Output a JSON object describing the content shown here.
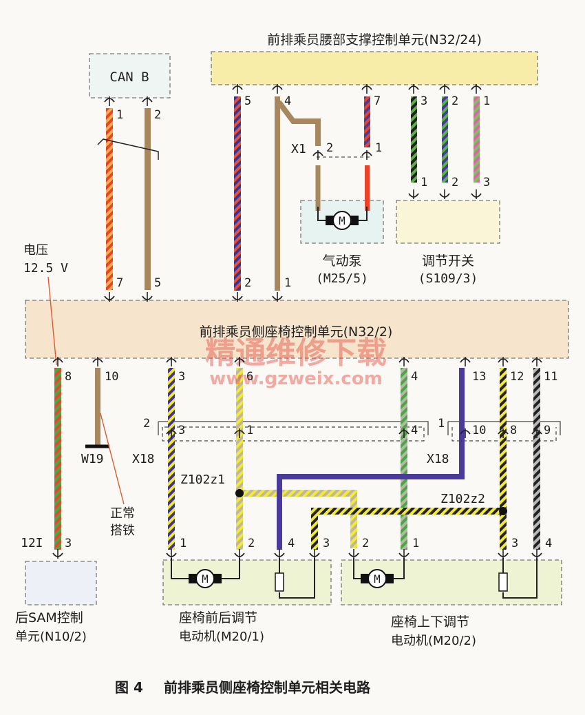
{
  "units": {
    "top": "前排乘员腰部支撑控制单元(N32/24)",
    "main": "前排乘员侧座椅控制单元(N32/2)",
    "can": "CAN B",
    "pump_name": "气动泵",
    "pump_code": "(M25/5)",
    "switch_name": "调节开关",
    "switch_code": "(S109/3)",
    "sam_name": "后SAM控制",
    "sam_code": "单元(N10/2)",
    "motor1_name": "座椅前后调节",
    "motor1_code": "电动机(M20/1)",
    "motor2_name": "座椅上下调节",
    "motor2_code": "电动机(M20/2)"
  },
  "annotations": {
    "voltage_label": "电压",
    "voltage_value": "12.5 V",
    "ground_label_1": "正常",
    "ground_label_2": "搭铁",
    "ground_point": "W19",
    "x1": "X1",
    "x18_left": "X18",
    "x18_right": "X18",
    "splice1": "Z102z1",
    "splice2": "Z102z2",
    "sam_pin_prefix": "12I"
  },
  "pins": {
    "top": [
      "5",
      "4",
      "7",
      "3",
      "2",
      "1"
    ],
    "x1": [
      "2",
      "1"
    ],
    "switch": [
      "1",
      "2",
      "3"
    ],
    "can": [
      "1",
      "2"
    ],
    "main_top": [
      "7",
      "5",
      "2",
      "1"
    ],
    "main_bottom": [
      "8",
      "10",
      "3",
      "6",
      "4",
      "13",
      "12",
      "11"
    ],
    "x18_left_group": "2",
    "x18_left": [
      "3",
      "1",
      "4"
    ],
    "x18_right_group": "1",
    "x18_right": [
      "10",
      "8",
      "9"
    ],
    "sam": "3",
    "m1": [
      "1",
      "2",
      "4",
      "3"
    ],
    "m2": [
      "2",
      "1",
      "3",
      "4"
    ]
  },
  "watermark": {
    "cn": "精通维修下载",
    "url": "www.gzweix.com"
  },
  "caption": {
    "number": "图 4",
    "text": "前排乘员侧座椅控制单元相关电路"
  },
  "colors": {
    "unit_fill": "#f6e4cc",
    "top_unit_fill": "#f8eda8",
    "can_fill": "#eef5f3",
    "pump_fill": "#e6f3f1",
    "switch_fill": "#faf5d6",
    "sam_fill": "#eef0f8",
    "motor_fill": "#eef3d4",
    "red": "#ec4227",
    "orange": "#f1963a",
    "brown": "#a8875f",
    "blue": "#4a3a9a",
    "green": "#55ad45",
    "yellow": "#f5ea2f",
    "black": "#222222",
    "pink": "#d867a8",
    "watermark": "#e44a3a"
  }
}
